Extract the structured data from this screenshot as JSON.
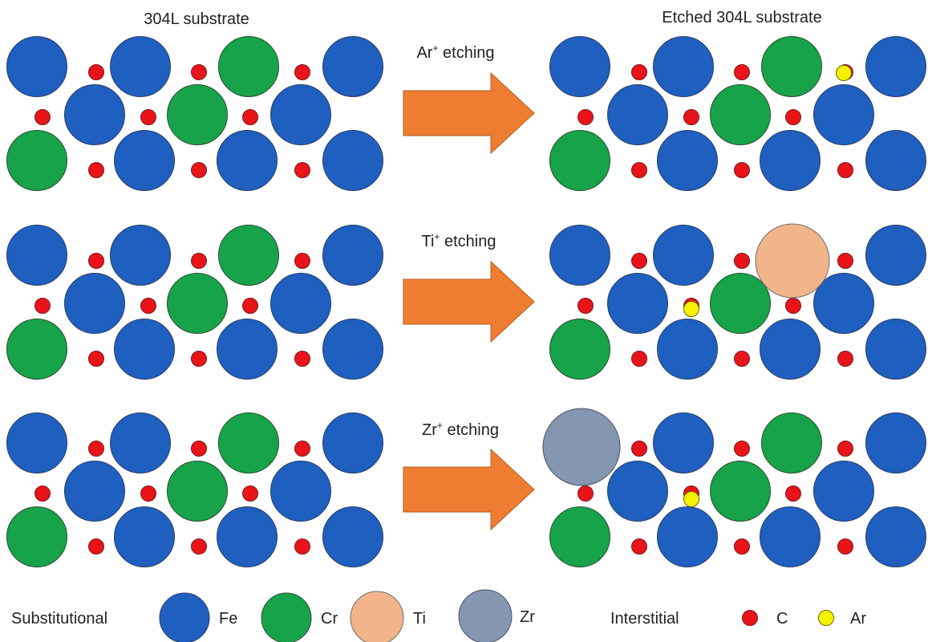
{
  "titles": {
    "left": "304L substrate",
    "right": "Etched 304L substrate"
  },
  "rows": [
    {
      "process": {
        "base": "Ar",
        "sup": "+",
        "rest": " etching"
      },
      "inserted_substitutional": null,
      "ar_positions": "top-right interstitial"
    },
    {
      "process": {
        "base": "Ti",
        "sup": "+",
        "rest": " etching"
      },
      "inserted_substitutional": "Ti",
      "ar_positions": "middle-left interstitial"
    },
    {
      "process": {
        "base": "Zr",
        "sup": "+",
        "rest": " etching"
      },
      "inserted_substitutional": "Zr",
      "ar_positions": "middle-left interstitial"
    }
  ],
  "legend": {
    "substitutional_label": "Substitutional",
    "interstitial_label": "Interstitial",
    "items": [
      {
        "symbol": "Fe",
        "color": "#1f5fbf",
        "kind": "substitutional"
      },
      {
        "symbol": "Cr",
        "color": "#17a34a",
        "kind": "substitutional"
      },
      {
        "symbol": "Ti",
        "color": "#f2b48a",
        "kind": "substitutional"
      },
      {
        "symbol": "Zr",
        "color": "#8496b0",
        "kind": "substitutional"
      },
      {
        "symbol": "C",
        "color": "#e8141a",
        "kind": "interstitial"
      },
      {
        "symbol": "Ar",
        "color": "#f5f200",
        "kind": "interstitial"
      }
    ]
  },
  "colors": {
    "Fe": "#1f5fbf",
    "Cr": "#17a34a",
    "Ti": "#f2b48a",
    "Zr": "#8496b0",
    "C": "#e8141a",
    "Ar": "#f5f200",
    "arrow": "#ef7d31"
  }
}
